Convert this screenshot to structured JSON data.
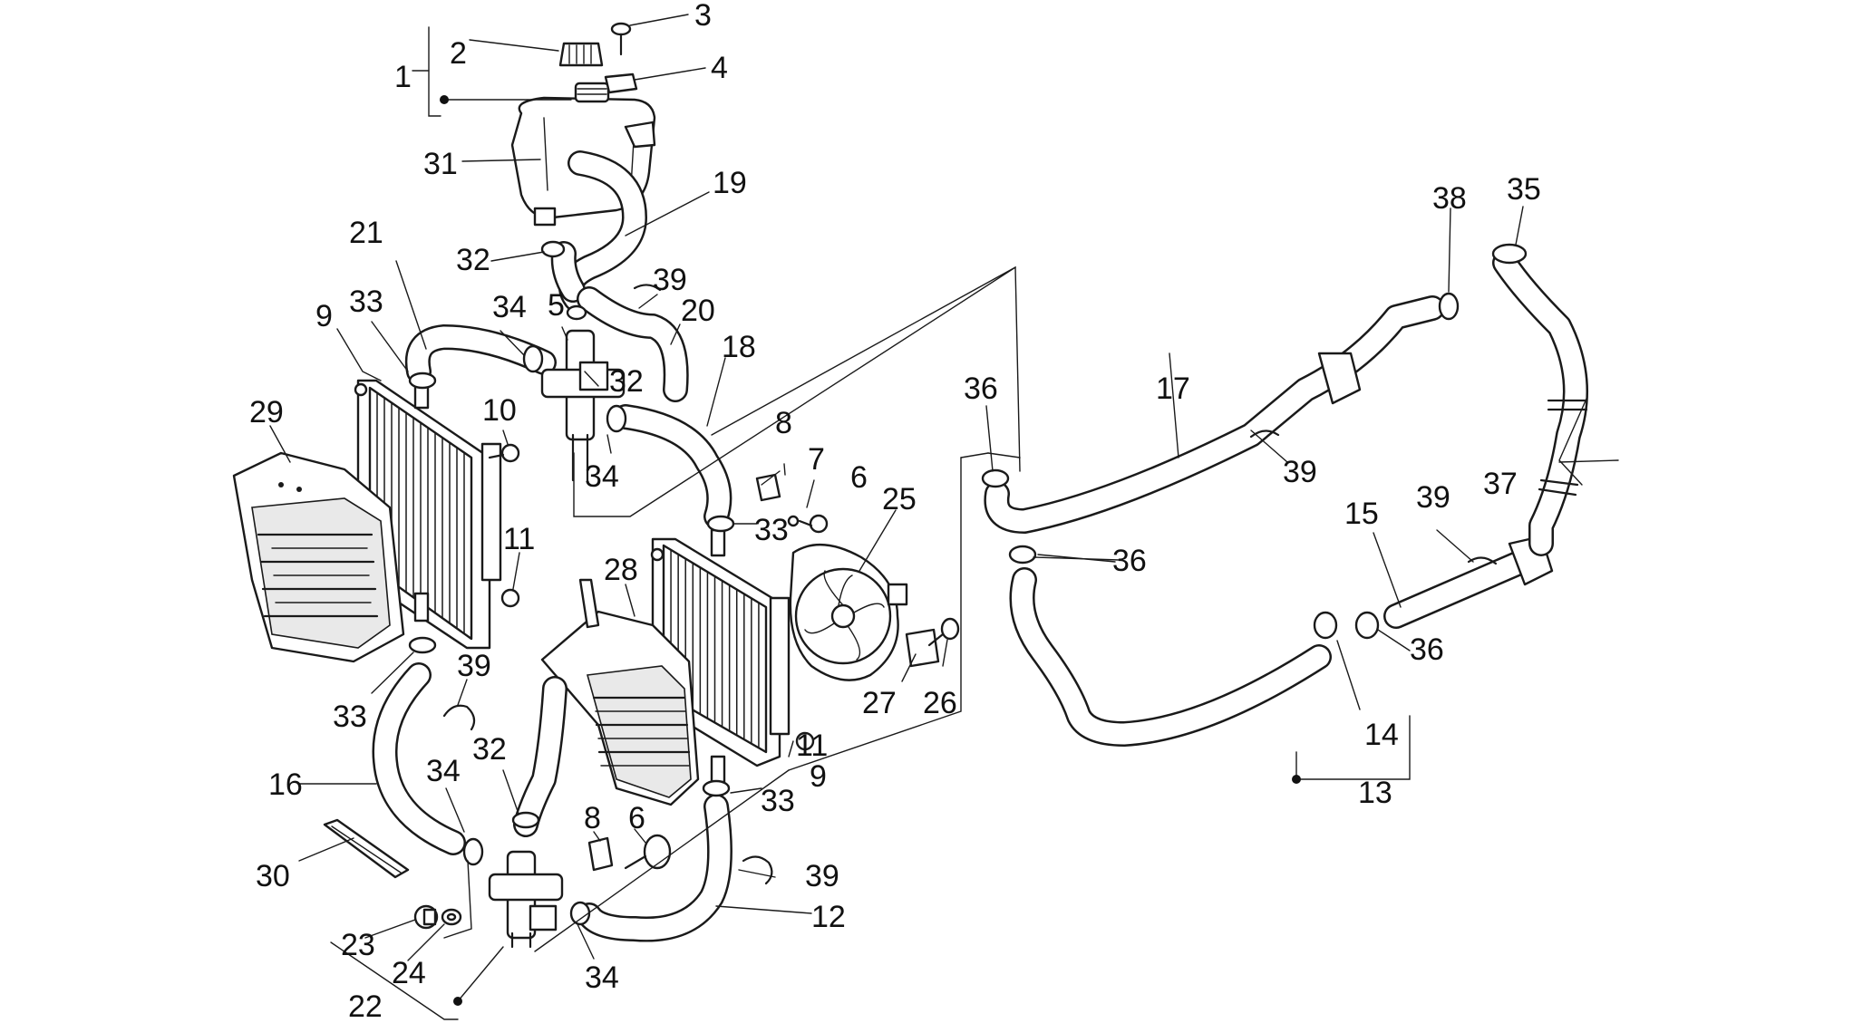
{
  "callouts": {
    "c1": "1",
    "c2": "2",
    "c3": "3",
    "c4": "4",
    "c5": "5",
    "c6a": "6",
    "c6b": "6",
    "c7": "7",
    "c8a": "8",
    "c8b": "8",
    "c9a": "9",
    "c9b": "9",
    "c10": "10",
    "c11a": "11",
    "c11b": "11",
    "c12": "12",
    "c13": "13",
    "c14": "14",
    "c15": "15",
    "c16": "16",
    "c17": "17",
    "c18": "18",
    "c19": "19",
    "c20": "20",
    "c21": "21",
    "c22": "22",
    "c23": "23",
    "c24": "24",
    "c25": "25",
    "c26": "26",
    "c27": "27",
    "c28": "28",
    "c29": "29",
    "c30": "30",
    "c31": "31",
    "c32a": "32",
    "c32b": "32",
    "c32c": "32",
    "c33a": "33",
    "c33b": "33",
    "c33c": "33",
    "c33d": "33",
    "c34a": "34",
    "c34b": "34",
    "c34c": "34",
    "c34d": "34",
    "c35": "35",
    "c36a": "36",
    "c36b": "36",
    "c36c": "36",
    "c37": "37",
    "c38": "38",
    "c39a": "39",
    "c39b": "39",
    "c39c": "39",
    "c39d": "39",
    "c39e": "39"
  }
}
